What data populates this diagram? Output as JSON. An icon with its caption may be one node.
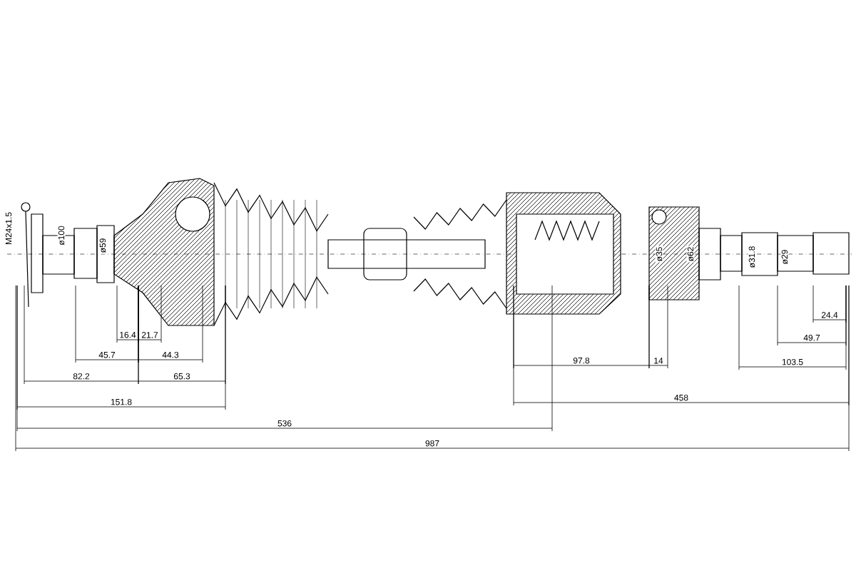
{
  "diagram": {
    "labels": [
      "M24x1.5",
      "ø100",
      "ø59",
      "16.4",
      "21.7",
      "45.7",
      "44.3",
      "82.2",
      "65.3",
      "151.8",
      "536",
      "987",
      "ø35",
      "ø62",
      "ø31.8",
      "ø29",
      "97.8",
      "14",
      "24.4",
      "49.7",
      "103.5",
      "458"
    ]
  }
}
